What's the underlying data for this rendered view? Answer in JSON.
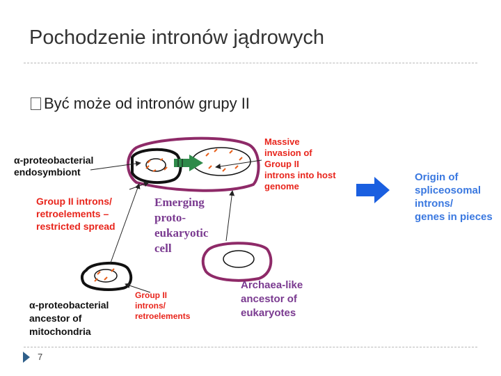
{
  "slide": {
    "title": "Pochodzenie intronów jądrowych",
    "bullet": "Być może od intronów grupy II",
    "page_number": "7"
  },
  "diagram": {
    "alpha_endosymbiont": [
      "α-proteobacterial",
      "endosymbiont"
    ],
    "group2_restricted": [
      "Group II introns/",
      "retroelements –",
      "restricted spread"
    ],
    "emerging_cell": [
      "Emerging",
      "proto-",
      "eukaryotic",
      "cell"
    ],
    "massive_invasion": [
      "Massive",
      "invasion of",
      "Group II",
      "introns into host",
      "genome"
    ],
    "origin_spliceosomal": [
      "Origin of",
      "spliceosomal",
      "introns/",
      "genes in pieces"
    ],
    "alpha_ancestor": [
      "α-proteobacterial",
      "ancestor of",
      "mitochondria"
    ],
    "group2_retro": [
      "Group II",
      "introns/",
      "retroelements"
    ],
    "archaea_ancestor": [
      "Archaea-like",
      "ancestor of",
      "eukaryotes"
    ]
  },
  "colors": {
    "red_text": "#e8251c",
    "blue_text": "#3a78e0",
    "purple_text": "#7a3a90",
    "purple_cell": "#8e2a68",
    "green_arrow": "#2f8a4a",
    "blue_arrow": "#1a5fe0"
  }
}
